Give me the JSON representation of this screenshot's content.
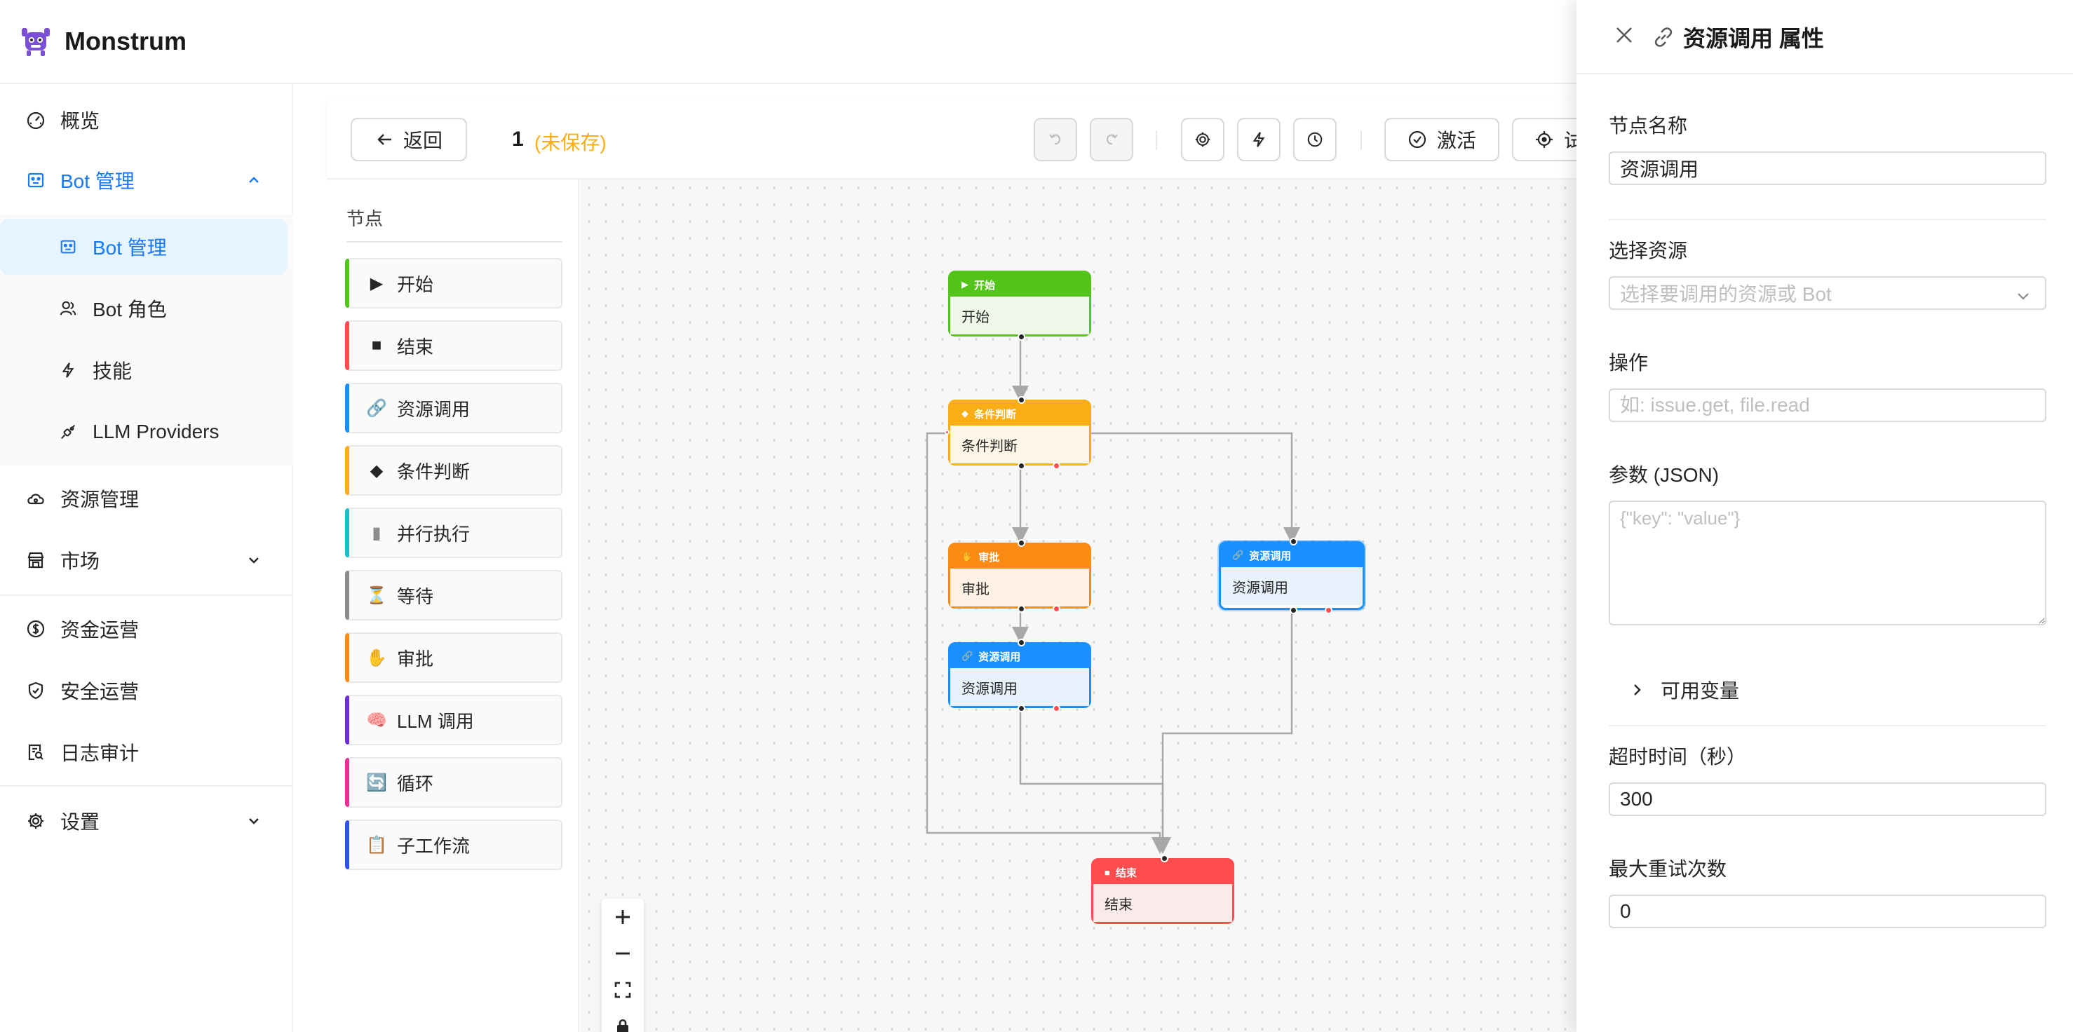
{
  "app": {
    "title": "Monstrum"
  },
  "sidebar": {
    "items": [
      {
        "label": "概览",
        "icon": "dashboard-icon"
      },
      {
        "label": "Bot 管理",
        "icon": "robot-icon",
        "open": true
      },
      {
        "label": "资源管理",
        "icon": "cloud-icon"
      },
      {
        "label": "市场",
        "icon": "shop-icon"
      },
      {
        "label": "资金运营",
        "icon": "dollar-icon"
      },
      {
        "label": "安全运营",
        "icon": "shield-icon"
      },
      {
        "label": "日志审计",
        "icon": "audit-icon"
      },
      {
        "label": "设置",
        "icon": "gear-icon"
      }
    ],
    "submenu": [
      {
        "label": "Bot 管理",
        "icon": "robot-icon",
        "active": true
      },
      {
        "label": "Bot 角色",
        "icon": "team-icon"
      },
      {
        "label": "技能",
        "icon": "thunderbolt-icon"
      },
      {
        "label": "LLM Providers",
        "icon": "api-icon"
      }
    ]
  },
  "toolbar": {
    "back_label": "返回",
    "workflow_name": "1",
    "unsaved": "(未保存)",
    "activate_label": "激活",
    "debug_label_partial": "试"
  },
  "palette": {
    "title": "节点",
    "items": [
      {
        "label": "开始",
        "icon": "▶",
        "color": "#52c41a"
      },
      {
        "label": "结束",
        "icon": "■",
        "color": "#ff4d4f"
      },
      {
        "label": "资源调用",
        "icon": "🔗",
        "color": "#1890ff"
      },
      {
        "label": "条件判断",
        "icon": "◆",
        "color": "#faad14"
      },
      {
        "label": "并行执行",
        "icon": "▮",
        "color": "#13c2c2"
      },
      {
        "label": "等待",
        "icon": "⏳",
        "color": "#8c8c8c"
      },
      {
        "label": "审批",
        "icon": "✋",
        "color": "#fa8c16"
      },
      {
        "label": "LLM 调用",
        "icon": "🧠",
        "color": "#722ed1"
      },
      {
        "label": "循环",
        "icon": "🔄",
        "color": "#eb2f96"
      },
      {
        "label": "子工作流",
        "icon": "📋",
        "color": "#2f54eb"
      }
    ]
  },
  "canvas": {
    "nodes": [
      {
        "id": "start",
        "header": "开始",
        "body": "开始",
        "icon": "▶",
        "color": "#52c41a",
        "bg": "#eef7e8"
      },
      {
        "id": "cond",
        "header": "条件判断",
        "body": "条件判断",
        "icon": "◆",
        "color": "#faad14",
        "bg": "#fdf5e6"
      },
      {
        "id": "approve",
        "header": "审批",
        "body": "审批",
        "icon": "✋",
        "color": "#fa8c16",
        "bg": "#fdf1e4"
      },
      {
        "id": "res1",
        "header": "资源调用",
        "body": "资源调用",
        "icon": "🔗",
        "color": "#1890ff",
        "bg": "#e8f2fc"
      },
      {
        "id": "res2",
        "header": "资源调用",
        "body": "资源调用",
        "icon": "🔗",
        "color": "#1890ff",
        "bg": "#e8f2fc"
      },
      {
        "id": "end",
        "header": "结束",
        "body": "结束",
        "icon": "■",
        "color": "#ff4d4f",
        "bg": "#fbeaea"
      }
    ]
  },
  "drawer": {
    "title": "资源调用 属性",
    "fields": {
      "node_name_label": "节点名称",
      "node_name_value": "资源调用",
      "resource_label": "选择资源",
      "resource_placeholder": "选择要调用的资源或 Bot",
      "operation_label": "操作",
      "operation_placeholder": "如: issue.get, file.read",
      "params_label": "参数 (JSON)",
      "params_placeholder": "{\"key\": \"value\"}",
      "vars_label": "可用变量",
      "timeout_label": "超时时间（秒）",
      "timeout_value": "300",
      "retry_label": "最大重试次数",
      "retry_value": "0"
    }
  }
}
